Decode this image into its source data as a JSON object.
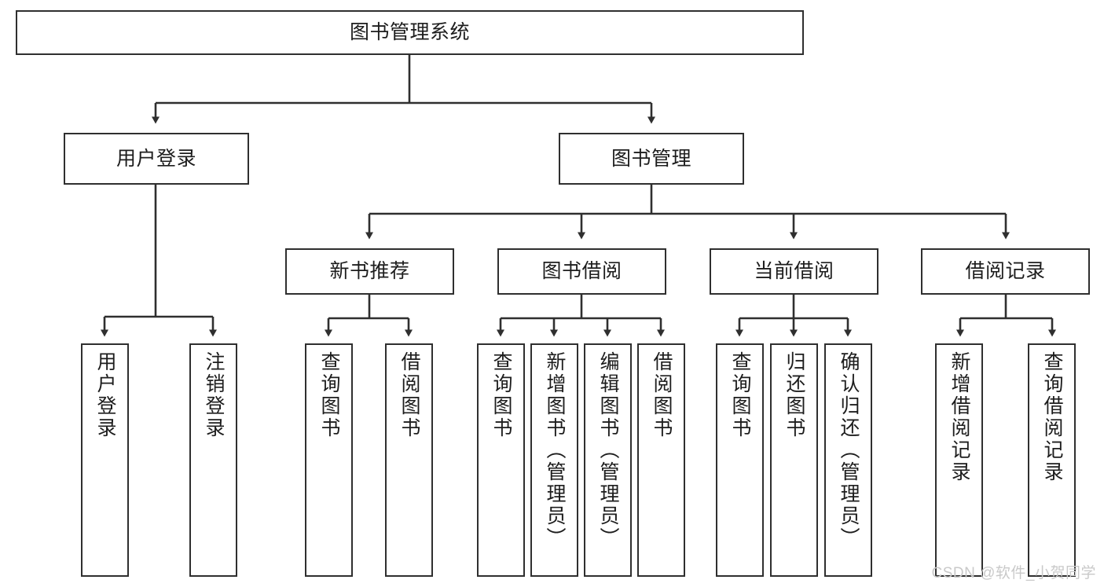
{
  "diagram": {
    "title": "图书管理系统",
    "type": "tree-hierarchy-chart",
    "colors": {
      "box_border": "#2f2f2f",
      "box_fill": "#ffffff",
      "edge": "#2f2f2f",
      "text": "#1d1d1d",
      "watermark": "#c9c9c9",
      "background": "#ffffff"
    },
    "watermark": "CSDN @软件_小贺同学",
    "levels": {
      "root": {
        "label": "图书管理系统"
      },
      "level2": [
        {
          "label": "用户登录"
        },
        {
          "label": "图书管理"
        }
      ],
      "level3": [
        {
          "label": "新书推荐"
        },
        {
          "label": "图书借阅"
        },
        {
          "label": "当前借阅"
        },
        {
          "label": "借阅记录"
        }
      ],
      "leaves": {
        "user_login": [
          {
            "label": "用户登录"
          },
          {
            "label": "注销登录"
          }
        ],
        "new_book_recommend": [
          {
            "label": "查询图书"
          },
          {
            "label": "借阅图书"
          }
        ],
        "book_borrow": [
          {
            "label": "查询图书"
          },
          {
            "label": "新增图书（管理员）"
          },
          {
            "label": "编辑图书（管理员）"
          },
          {
            "label": "借阅图书"
          }
        ],
        "current_borrow": [
          {
            "label": "查询图书"
          },
          {
            "label": "归还图书"
          },
          {
            "label": "确认归还（管理员）"
          }
        ],
        "borrow_records": [
          {
            "label": "新增借阅记录"
          },
          {
            "label": "查询借阅记录"
          }
        ]
      }
    }
  }
}
